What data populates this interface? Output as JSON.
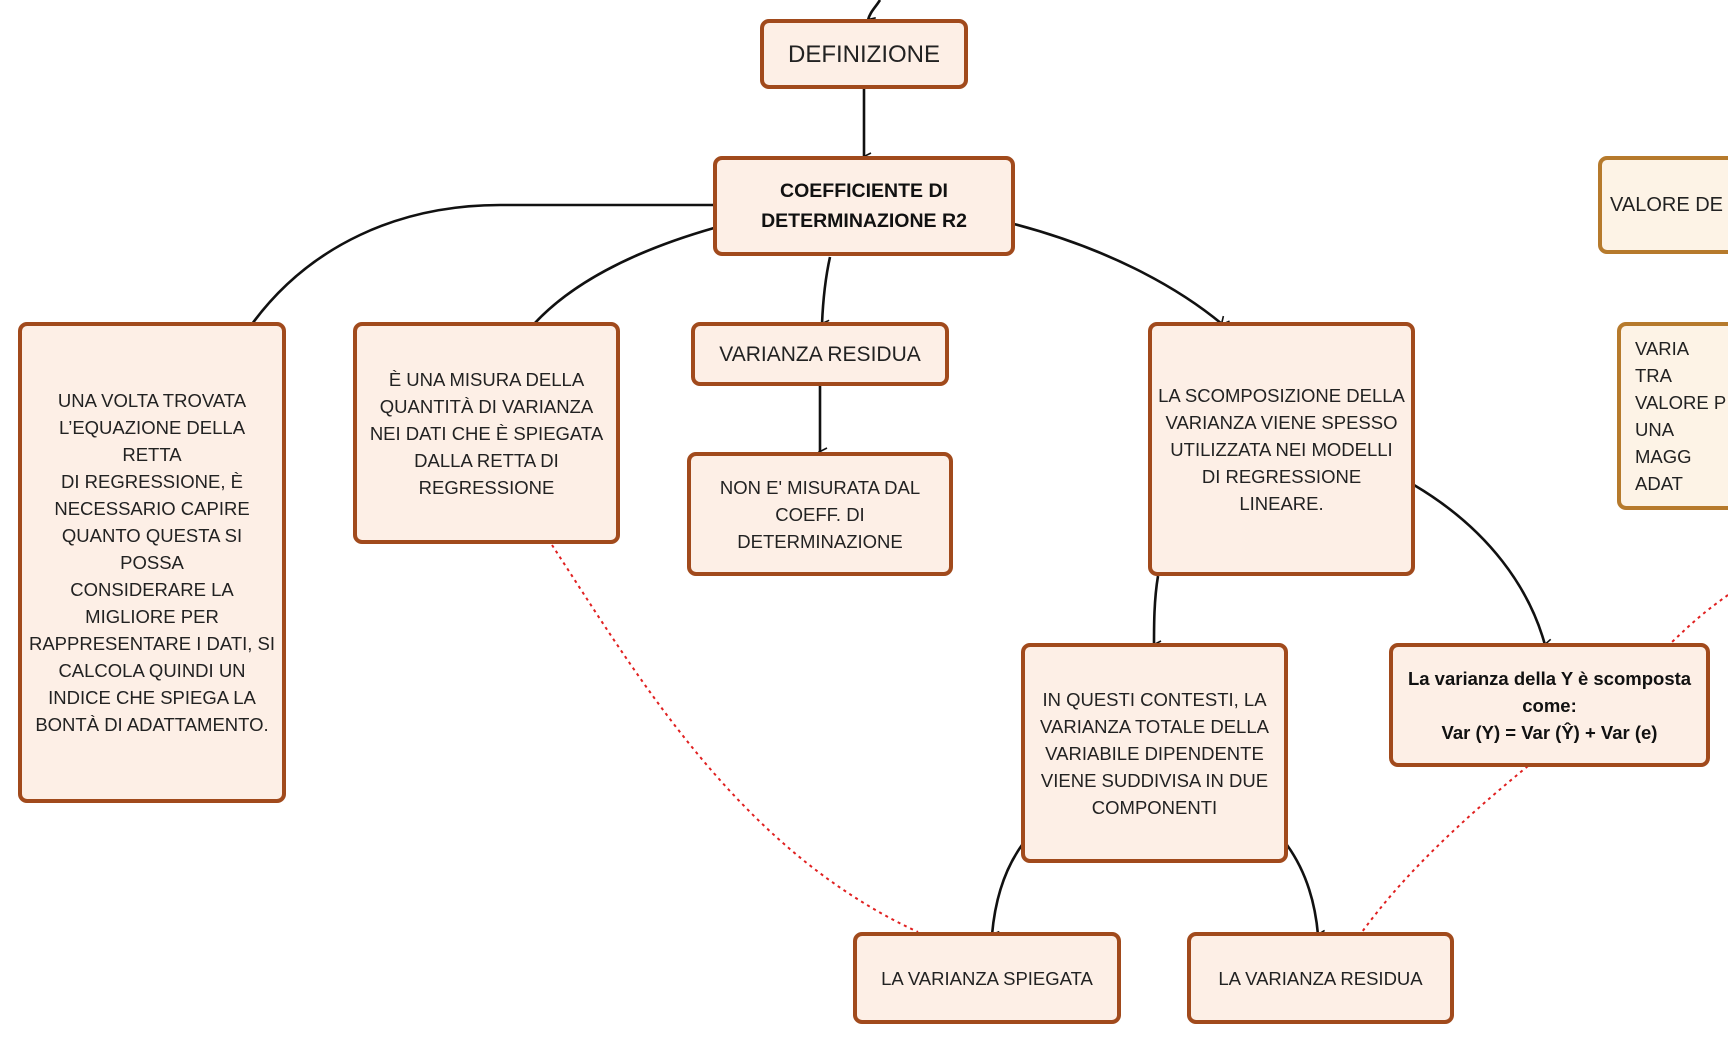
{
  "diagram": {
    "nodes": {
      "definizione": "DEFINIZIONE",
      "coefficiente": "COEFFICIENTE DI\nDETERMINAZIONE R2",
      "una_volta": "UNA VOLTA TROVATA\nL’EQUAZIONE DELLA RETTA\nDI REGRESSIONE, È\nNECESSARIO CAPIRE\nQUANTO QUESTA SI POSSA\nCONSIDERARE LA\nMIGLIORE PER\nRAPPRESENTARE I DATI, SI\nCALCOLA QUINDI UN\nINDICE CHE SPIEGA LA\nBONTÀ DI ADATTAMENTO.",
      "misura": "È UNA MISURA DELLA\nQUANTITÀ DI VARIANZA\nNEI DATI CHE È SPIEGATA\nDALLA RETTA DI\nREGRESSIONE",
      "varianza_residua": "VARIANZA RESIDUA",
      "non_misurata": "NON E' MISURATA DAL\nCOEFF. DI\nDETERMINAZIONE",
      "scomposizione": "LA SCOMPOSIZIONE DELLA\nVARIANZA VIENE SPESSO\nUTILIZZATA NEI MODELLI\nDI REGRESSIONE LINEARE.",
      "contesti": "IN QUESTI CONTESTI, LA\nVARIANZA TOTALE DELLA\nVARIABILE DIPENDENTE\nVIENE SUDDIVISA IN DUE\nCOMPONENTI",
      "scomposta": "La varianza della Y è scomposta\ncome:\nVar (Y) = Var (Ŷ) + Var (e)",
      "spiegata": "LA VARIANZA SPIEGATA",
      "residua_finale": "LA VARIANZA RESIDUA",
      "valore_partial": "VALORE DE",
      "varia_partial": "VARIA TRA\nVALORE P\nUNA MAGG\nADAT"
    },
    "colors": {
      "node_border": "#a14a1c",
      "node_fill": "#fdefe6",
      "gold_border": "#b67a2c",
      "gold_fill": "#fdf3e6",
      "edge": "#111111",
      "dotted_link": "#e02020"
    }
  }
}
